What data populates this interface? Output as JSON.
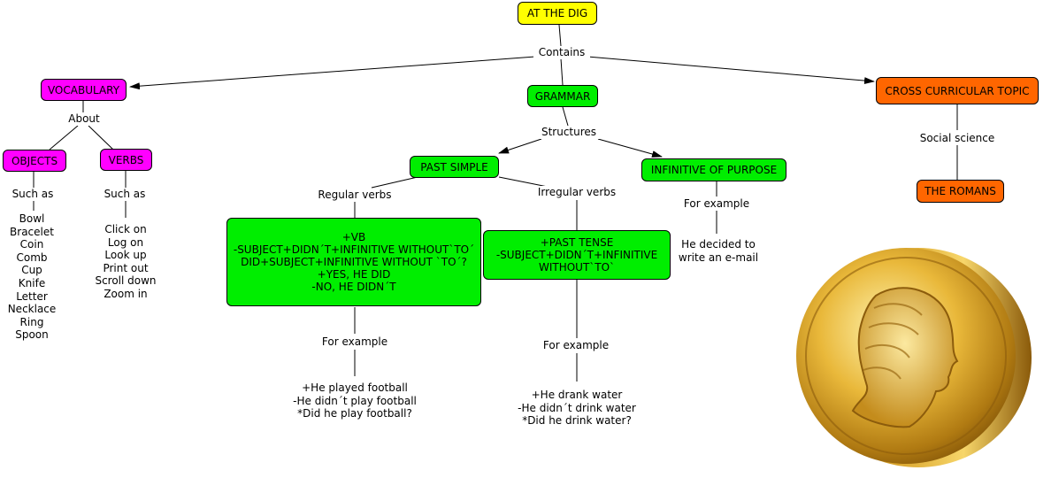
{
  "colors": {
    "root": "#ffff00",
    "vocabulary": "#ff00ff",
    "grammar": "#00ee00",
    "cross_curricular": "#ff6600"
  },
  "nodes": {
    "root": "AT THE DIG",
    "vocabulary": "VOCABULARY",
    "objects": "OBJECTS",
    "verbs": "VERBS",
    "grammar": "GRAMMAR",
    "past_simple": "PAST SIMPLE",
    "infinitive_of_purpose": "INFINITIVE OF PURPOSE",
    "cross_curricular": "CROSS CURRICULAR TOPIC",
    "romans": "THE ROMANS",
    "regular_rules": "+VB\n-SUBJECT+DIDN´T+INFINITIVE WITHOUT`TO´\nDID+SUBJECT+INFINITIVE WITHOUT `TO´?\n+YES, HE DID\n-NO, HE DIDN´T",
    "irregular_rules": "+PAST TENSE\n-SUBJECT+DIDN´T+INFINITIVE WITHOUT`TO`"
  },
  "link_labels": {
    "contains": "Contains",
    "about": "About",
    "such_as_objects": "Such as",
    "such_as_verbs": "Such as",
    "structures": "Structures",
    "regular_verbs": "Regular verbs",
    "irregular_verbs": "Irregular verbs",
    "for_example_infinitive": "For example",
    "for_example_regular": "For example",
    "for_example_irregular": "For example",
    "social_science": "Social science"
  },
  "leaves": {
    "objects_list": "Bowl\nBracelet\nCoin\nComb\nCup\nKnife\nLetter\nNecklace\nRing\nSpoon",
    "verbs_list": "Click on\nLog on\nLook up\nPrint out\nScroll down\nZoom in",
    "infinitive_example": "He decided to\nwrite an e-mail",
    "regular_examples": "+He played football\n-He didn´t play football\n*Did he play football?",
    "irregular_examples": "+He drank water\n-He didn´t drink water\n*Did he drink water?"
  },
  "image": {
    "coin": "coin-image"
  }
}
